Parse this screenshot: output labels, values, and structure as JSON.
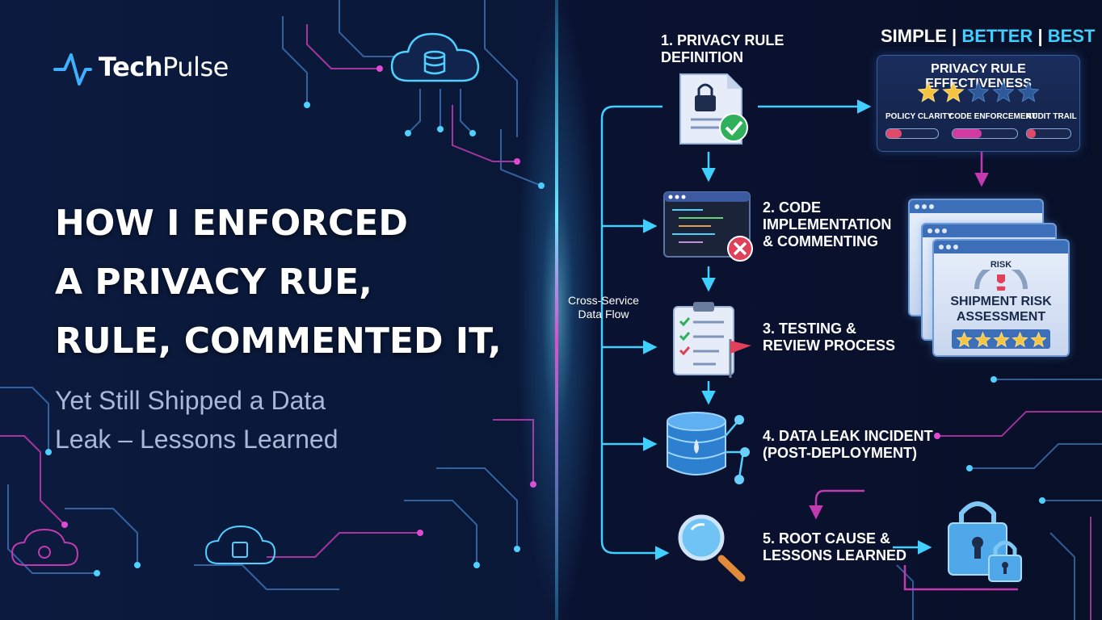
{
  "brand": {
    "name_bold": "Tech",
    "name_regular": "Pulse"
  },
  "headline": {
    "line1": "HOW I ENFORCED",
    "line2": "A  PRIVACY RUE,",
    "line3": "RULE, COMMENTED IT,"
  },
  "subtitle": {
    "line1": "Yet Still Shipped a Data",
    "line2": "Leak – Lessons Learned"
  },
  "tagline": {
    "simple": "SIMPLE",
    "sep1": "|",
    "better": "BETTER",
    "sep2": "|",
    "best": "BEST"
  },
  "flow_label": {
    "line1": "Cross-Service",
    "line2": "Data Flow"
  },
  "steps": [
    {
      "line1": "1. PRIVACY RULE",
      "line2": "DEFINITION",
      "line3": ""
    },
    {
      "line1": "2. CODE",
      "line2": "IMPLEMENTATION",
      "line3": "& COMMENTING"
    },
    {
      "line1": "3. TESTING &",
      "line2": "REVIEW PROCESS",
      "line3": ""
    },
    {
      "line1": "4. DATA LEAK INCIDENT",
      "line2": "(POST-DEPLOYMENT)",
      "line3": ""
    },
    {
      "line1": "5. ROOT CAUSE &",
      "line2": "LESSONS LEARNED",
      "line3": ""
    }
  ],
  "effectiveness": {
    "title": "PRIVACY RULE EFFECTIVENESS",
    "stars_filled": 2,
    "stars_total": 5,
    "metrics": [
      {
        "label": "POLICY CLARITY",
        "level": 0.3,
        "color": "#e04a6a"
      },
      {
        "label": "CODE ENFORCEMENT",
        "level": 0.45,
        "color": "#d23aa0"
      },
      {
        "label": "AUDIT TRAIL",
        "level": 0.2,
        "color": "#e04a6a"
      }
    ]
  },
  "risk": {
    "gauge_label": "RISK",
    "title_line1": "SHIPMENT RISK",
    "title_line2": "ASSESSMENT",
    "stars": 5
  },
  "colors": {
    "accent_cyan": "#3fd0ff",
    "accent_magenta": "#e040c0",
    "accent_purple": "#a04ad8",
    "star_gold": "#f5c542"
  }
}
